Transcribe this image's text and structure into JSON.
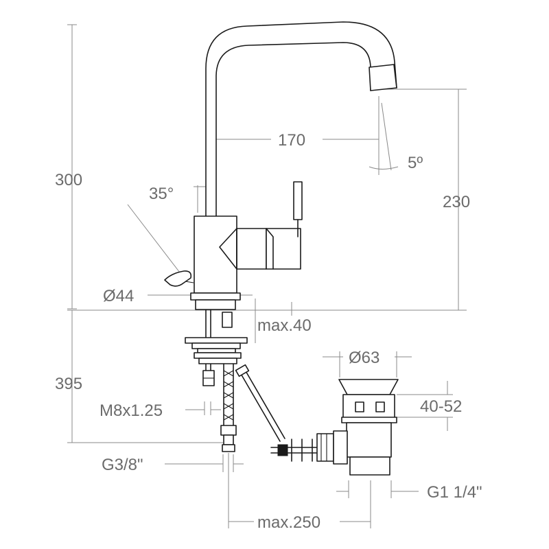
{
  "dimensions": {
    "total_height_upper": "300",
    "spout_reach": "170",
    "lever_angle": "35°",
    "spout_angle": "5º",
    "spout_height": "230",
    "base_diameter": "Ø44",
    "max_thickness": "max.40",
    "total_height_lower": "395",
    "thread_size": "M8x1.25",
    "inlet_thread": "G3/8\"",
    "waste_diameter": "Ø63",
    "waste_range": "40-52",
    "waste_thread": "G1 1/4\"",
    "max_rod_length": "max.250"
  },
  "colors": {
    "drawing": "#1a1a1a",
    "dimension_lines": "#8a8a8a",
    "dimension_text": "#6b6b6b"
  }
}
